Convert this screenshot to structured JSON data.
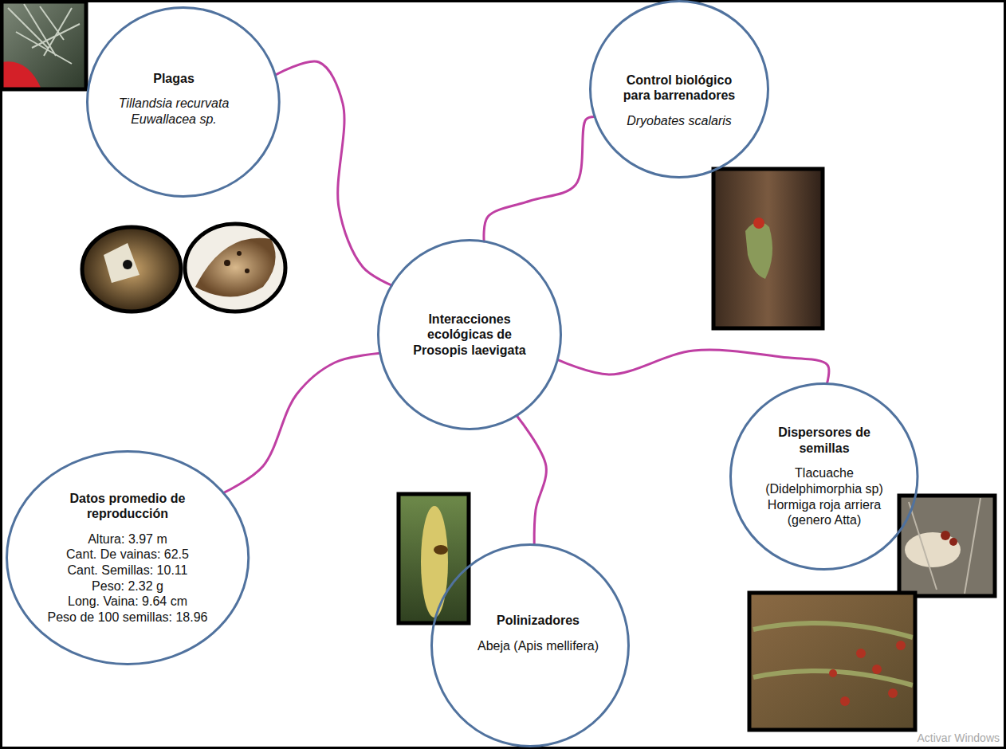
{
  "diagram": {
    "nodes": [
      {
        "text": [
          "Plagas",
          "Tillandsia recurvata",
          "Euwallacea sp."
        ]
      },
      {
        "text": [
          "Control biológico para barrenadores",
          "Dryobates scalaris"
        ]
      },
      {
        "text": [
          "Interacciones ecológicas de Prosopis laevigata"
        ]
      },
      {
        "text": [
          "Dispersores de semillas",
          "Tlacuache (Didelphimorphia sp)",
          "Hormiga roja arriera (genero Atta)"
        ]
      },
      {
        "text": [
          "Datos promedio de reproducción",
          "Altura: 3.97 m",
          "Cant. De vainas: 62.5",
          "Cant. Semillas: 10.11",
          "Peso: 2.32 g",
          "Long. Vaina: 9.64 cm",
          "Peso de 100 semillas: 18.96"
        ]
      },
      {
        "text": [
          "Polinizadores",
          "Abeja (Apis mellifera)"
        ]
      }
    ],
    "edges": [
      {
        "from": 2,
        "to": 0,
        "arrow": "none"
      },
      {
        "from": 2,
        "to": 1,
        "arrow": "none"
      },
      {
        "from": 2,
        "to": 3,
        "arrow": "none"
      },
      {
        "from": 2,
        "to": 4,
        "arrow": "none"
      },
      {
        "from": 2,
        "to": 5,
        "arrow": "none"
      }
    ],
    "labels": [
      "Activar Windows"
    ]
  }
}
